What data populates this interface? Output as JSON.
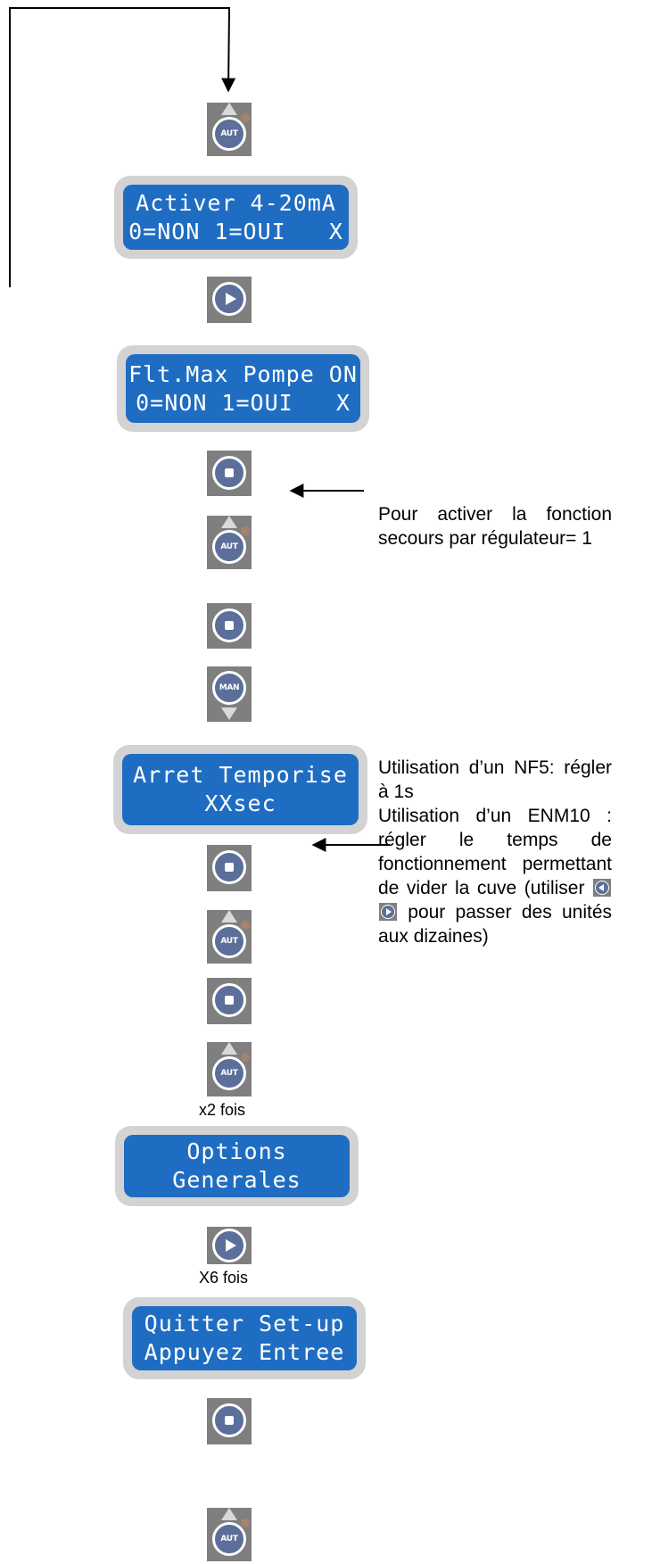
{
  "colors": {
    "lcd_bezel": "#d3d3d3",
    "lcd_screen": "#1f6dc2",
    "button_tile": "#7f7f7f",
    "button_disc": "#5b6f9a"
  },
  "buttons": {
    "aut_label": "AUT",
    "man_label": "MAN",
    "icons": {
      "aut": "aut-up-button",
      "man": "man-down-button",
      "next": "play-right-button",
      "enter": "square-enter-button"
    }
  },
  "displays": {
    "activate_4_20ma": {
      "line1": "Activer 4-20mA",
      "line2": "0=NON 1=OUI   X"
    },
    "flt_max_pump": {
      "line1": "Flt.Max Pompe ON",
      "line2": "0=NON 1=OUI   X"
    },
    "timed_stop": {
      "line1": "Arret Temporise",
      "line2": "XXsec"
    },
    "general_options": {
      "line1": "Options",
      "line2": "Generales"
    },
    "quit_setup": {
      "line1": "Quitter Set-up",
      "line2": "Appuyez Entree"
    }
  },
  "captions": {
    "x2": "x2 fois",
    "x6": "X6 fois"
  },
  "notes": {
    "backup_regulator": "Pour activer la fonction secours par régulateur= 1",
    "nf5_line1": "Utilisation d’un NF5: régler à 1s",
    "enm10_before": "Utilisation d’un ENM10 : régler le temps de fonctionnement permettant de vider la cuve (utiliser",
    "enm10_after": "pour passer des unités aux dizaines)"
  }
}
